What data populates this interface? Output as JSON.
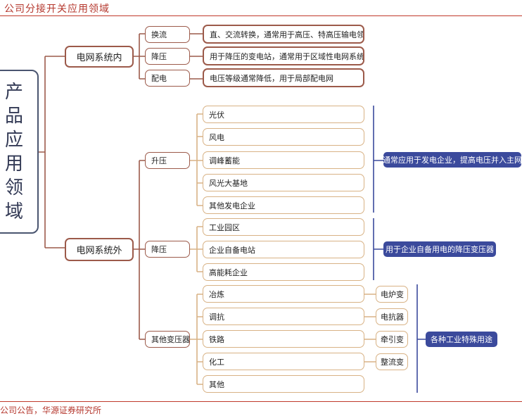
{
  "header": {
    "title": "公司分接开关应用领域"
  },
  "footer": {
    "source": "公司公告，华源证券研究所"
  },
  "root": {
    "chars": [
      "产",
      "品",
      "应",
      "用",
      "领",
      "域"
    ]
  },
  "inside": {
    "label": "电网系统内",
    "items": [
      {
        "label": "换流",
        "desc": "直、交流转换，通常用于高压、特高压输电领域"
      },
      {
        "label": "降压",
        "desc": "用于降压的变电站，通常用于区域性电网系统"
      },
      {
        "label": "配电",
        "desc": "电压等级通常降低，用于局部配电网"
      }
    ]
  },
  "outside": {
    "label": "电网系统外",
    "step_up": {
      "label": "升压",
      "items": [
        "光伏",
        "风电",
        "调峰蓄能",
        "风光大基地",
        "其他发电企业"
      ],
      "note": "通常应用于发电企业，提高电压并入主网"
    },
    "step_down": {
      "label": "降压",
      "items": [
        "工业园区",
        "企业自备电站",
        "高能耗企业"
      ],
      "note": "用于企业自备用电的降压变压器"
    },
    "other": {
      "label": "其他变压器",
      "items": [
        {
          "label": "冶炼",
          "type": "电炉变"
        },
        {
          "label": "调抗",
          "type": "电抗器"
        },
        {
          "label": "铁路",
          "type": "牵引变"
        },
        {
          "label": "化工",
          "type": "整流变"
        },
        {
          "label": "其他",
          "type": ""
        }
      ],
      "note": "各种工业特殊用途"
    }
  },
  "colors": {
    "connector": "#9c5a4a",
    "leaf_border": "#d8b285",
    "tag_bg": "#3b4a9c",
    "header": "#b5382e"
  }
}
